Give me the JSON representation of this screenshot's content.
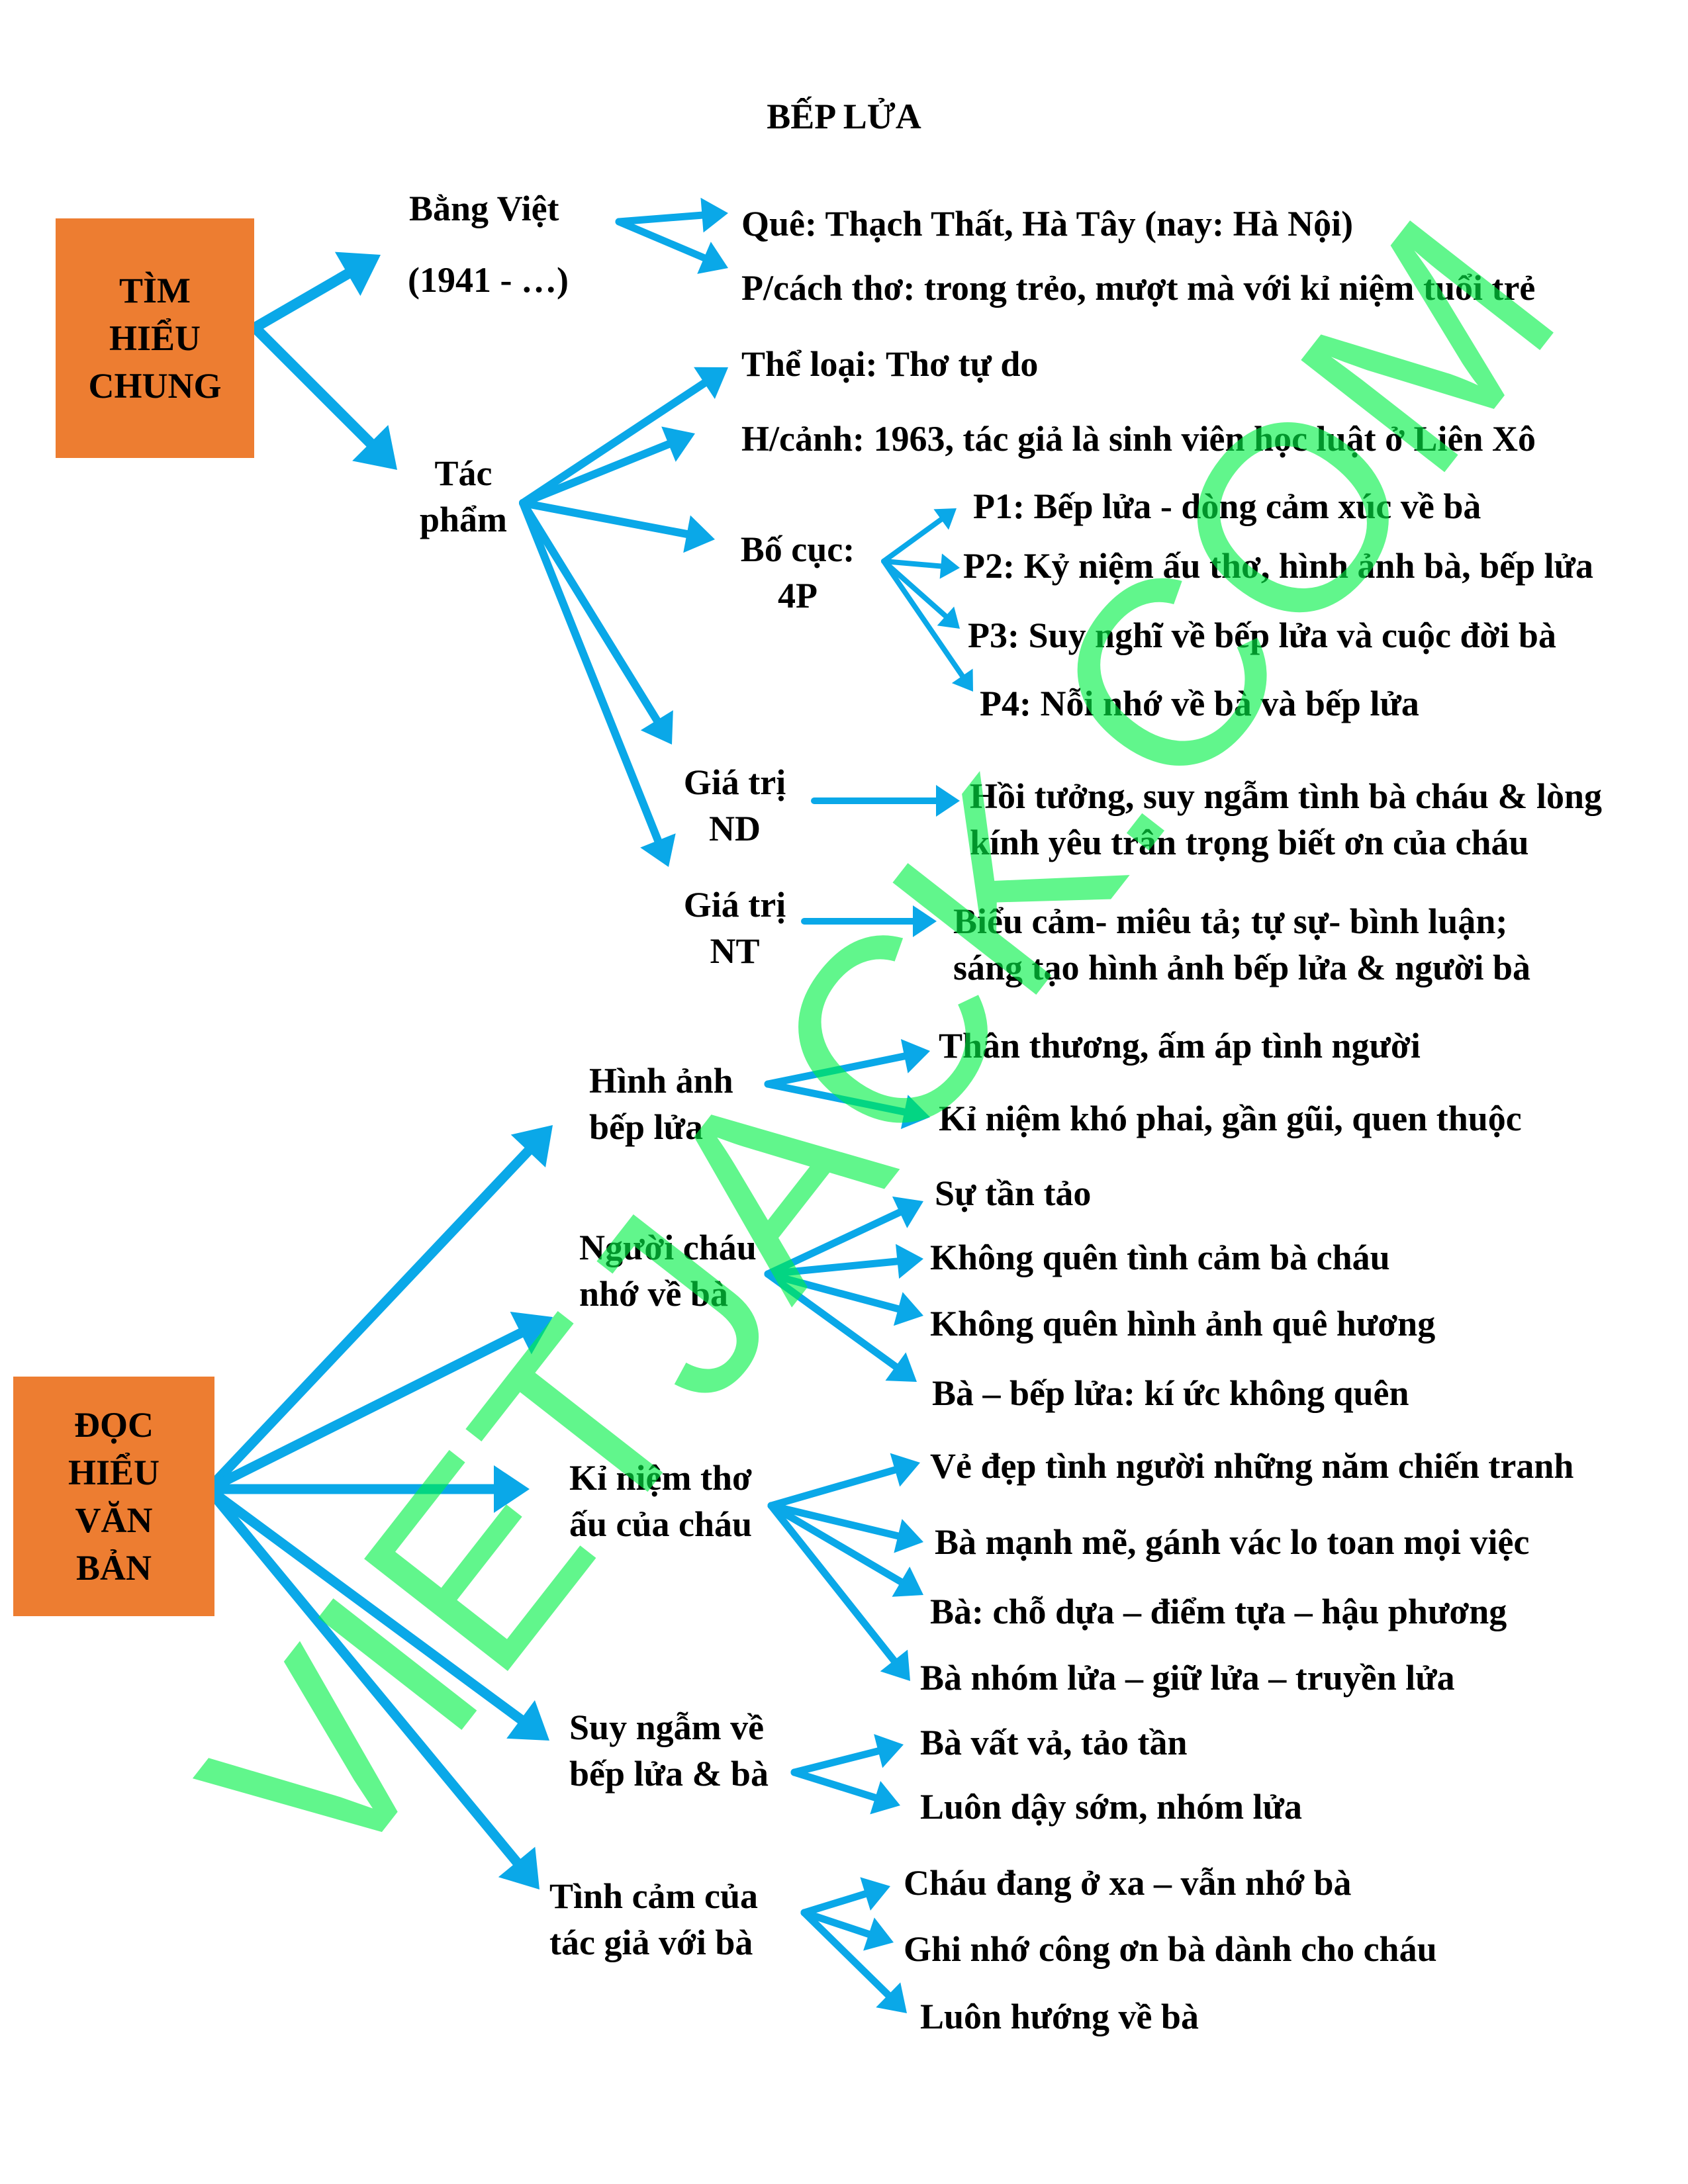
{
  "title": "BẾP LỬA",
  "colors": {
    "arrow": "#0AA8E8",
    "box": "#ED7D31",
    "watermark": "#00F046"
  },
  "watermark": "VIETJACK.COM",
  "section1": {
    "box": [
      "TÌM",
      "HIỂU",
      "CHUNG"
    ],
    "author": {
      "name": "Bằng Việt",
      "years": "(1941 - …)",
      "items": [
        "Quê: Thạch Thất, Hà Tây (nay: Hà Nội)",
        "P/cách thơ: trong trẻo, mượt mà với kỉ niệm tuổi trẻ"
      ]
    },
    "work": {
      "label": [
        "Tác",
        "phẩm"
      ],
      "genre": "Thể loại: Thơ tự do",
      "context": "H/cảnh: 1963, tác giả là sinh viên học luật ở Liên Xô",
      "structure": {
        "label": [
          "Bố cục:",
          "4P"
        ],
        "parts": [
          "P1: Bếp lửa - dòng cảm xúc về bà",
          "P2: Kỷ niệm ấu thơ, hình ảnh bà, bếp lửa",
          "P3: Suy nghĩ về bếp lửa và cuộc đời bà",
          "P4: Nỗi nhớ về bà và bếp lửa"
        ]
      },
      "content_value": {
        "label": [
          "Giá trị",
          "ND"
        ],
        "text": [
          "Hồi tưởng, suy ngẫm tình bà cháu & lòng",
          "kính yêu trân trọng biết ơn của cháu"
        ]
      },
      "art_value": {
        "label": [
          "Giá trị",
          "NT"
        ],
        "text": [
          "Biểu cảm- miêu tả; tự sự- bình luận;",
          "sáng tạo hình ảnh bếp lửa & người bà"
        ]
      }
    }
  },
  "section2": {
    "box": [
      "ĐỌC",
      "HIỂU",
      "VĂN",
      "BẢN"
    ],
    "groups": [
      {
        "label": [
          "Hình ảnh",
          "bếp lửa"
        ],
        "items": [
          "Thân thương, ấm áp tình người",
          "Kỉ niệm khó phai, gần gũi, quen thuộc"
        ]
      },
      {
        "label": [
          "Người cháu",
          "nhớ về bà"
        ],
        "items": [
          "Sự tần tảo",
          "Không quên tình cảm bà cháu",
          "Không quên hình ảnh quê hương",
          "Bà – bếp lửa: kí ức không quên"
        ]
      },
      {
        "label": [
          "Kỉ niệm thơ",
          "ấu của cháu"
        ],
        "items": [
          "Vẻ đẹp tình người những năm chiến tranh",
          "Bà mạnh mẽ, gánh vác lo toan mọi việc",
          "Bà: chỗ dựa – điểm tựa – hậu phương",
          "Bà nhóm lửa – giữ lửa – truyền lửa"
        ]
      },
      {
        "label": [
          "Suy ngẫm về",
          "bếp lửa & bà"
        ],
        "items": [
          "Bà vất vả, tảo tần",
          "Luôn dậy sớm, nhóm lửa"
        ]
      },
      {
        "label": [
          "Tình cảm của",
          "tác giả với bà"
        ],
        "items": [
          "Cháu đang ở xa – vẫn nhớ bà",
          "Ghi nhớ công ơn bà dành cho cháu",
          "Luôn hướng về bà"
        ]
      }
    ]
  }
}
